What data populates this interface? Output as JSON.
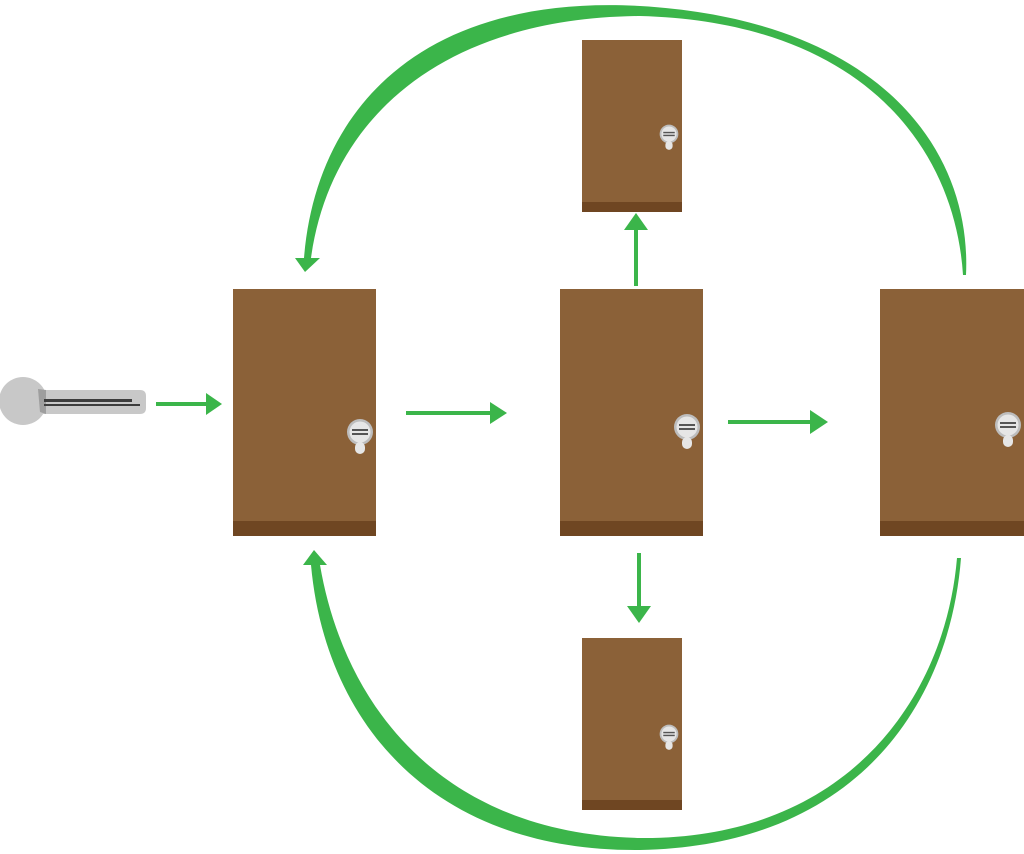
{
  "colors": {
    "background": "#ffffff",
    "arrow_green": "#3bb54a",
    "door_brown": "#8b6138",
    "door_base": "#6f4622",
    "lock_face": "#e6e6e6",
    "lock_rim": "#bdbdbd",
    "lock_slot": "#555555",
    "key_body": "#c8c8c8",
    "key_shadow": "#9e9e9e",
    "key_groove": "#3c3c3c"
  },
  "diagram": {
    "key": {
      "icon": "key-icon"
    },
    "doors": [
      {
        "id": "entry",
        "icon": "door-icon",
        "lock_icon": "lock-cylinder-icon"
      },
      {
        "id": "hub",
        "icon": "door-icon",
        "lock_icon": "lock-cylinder-icon"
      },
      {
        "id": "top",
        "icon": "door-icon",
        "lock_icon": "lock-cylinder-icon"
      },
      {
        "id": "bottom",
        "icon": "door-icon",
        "lock_icon": "lock-cylinder-icon"
      },
      {
        "id": "right",
        "icon": "door-icon",
        "lock_icon": "lock-cylinder-icon"
      }
    ],
    "connections": [
      {
        "from": "key",
        "to": "entry",
        "style": "straight"
      },
      {
        "from": "entry",
        "to": "hub",
        "style": "straight"
      },
      {
        "from": "hub",
        "to": "top",
        "style": "straight"
      },
      {
        "from": "hub",
        "to": "bottom",
        "style": "straight"
      },
      {
        "from": "hub",
        "to": "right",
        "style": "straight"
      },
      {
        "from": "right",
        "to": "entry",
        "style": "curved-top"
      },
      {
        "from": "right",
        "to": "entry",
        "style": "curved-bottom"
      }
    ]
  }
}
